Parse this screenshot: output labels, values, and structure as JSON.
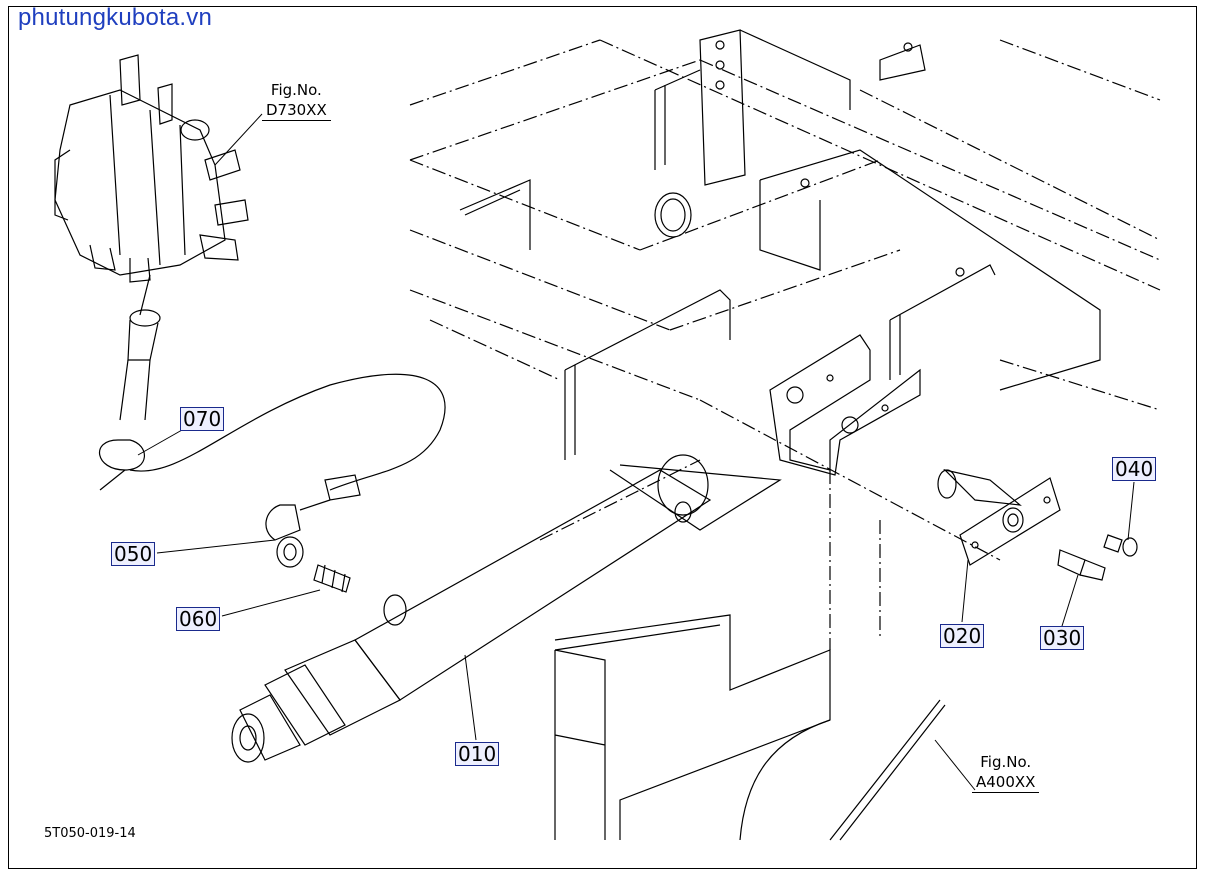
{
  "watermark": "phutungkubota.vn",
  "drawing_code": "5T050-019-14",
  "figure_refs": [
    {
      "line1": "Fig.No.",
      "line2": "D730XX"
    },
    {
      "line1": "Fig.No.",
      "line2": "A400XX"
    }
  ],
  "parts": [
    {
      "number": "070"
    },
    {
      "number": "050"
    },
    {
      "number": "060"
    },
    {
      "number": "010"
    },
    {
      "number": "020"
    },
    {
      "number": "030"
    },
    {
      "number": "040"
    }
  ],
  "colors": {
    "watermark": "#1f3fbf",
    "label_border": "#1a2a8c",
    "label_fill": "#eef0ff",
    "line": "#000000"
  }
}
